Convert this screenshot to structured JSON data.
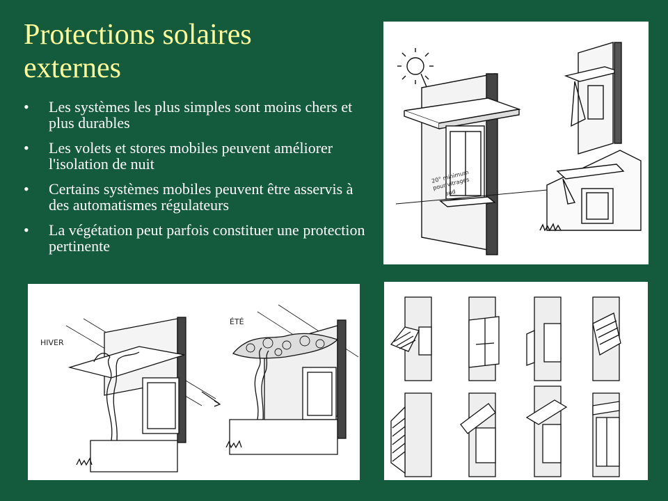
{
  "slide": {
    "title_line1": "Protections solaires",
    "title_line2": "externes",
    "bullets": [
      "Les systèmes les plus simples sont moins chers et plus durables",
      "Les volets et stores mobiles peuvent améliorer l'isolation de nuit",
      "Certains systèmes mobiles peuvent être asservis à des automatismes régulateurs",
      "La végétation peut parfois constituer une protection pertinente"
    ],
    "bullet_marker": "•"
  },
  "figures": {
    "overhang": {
      "note_line1": "20° minimum",
      "note_line2": "pour vitrages",
      "note_line3": "sud"
    },
    "vegetation": {
      "label_winter": "HIVER",
      "label_summer": "ÉTÉ"
    }
  },
  "colors": {
    "background": "#145a3c",
    "title": "#ffff99",
    "text": "#ffffff"
  }
}
